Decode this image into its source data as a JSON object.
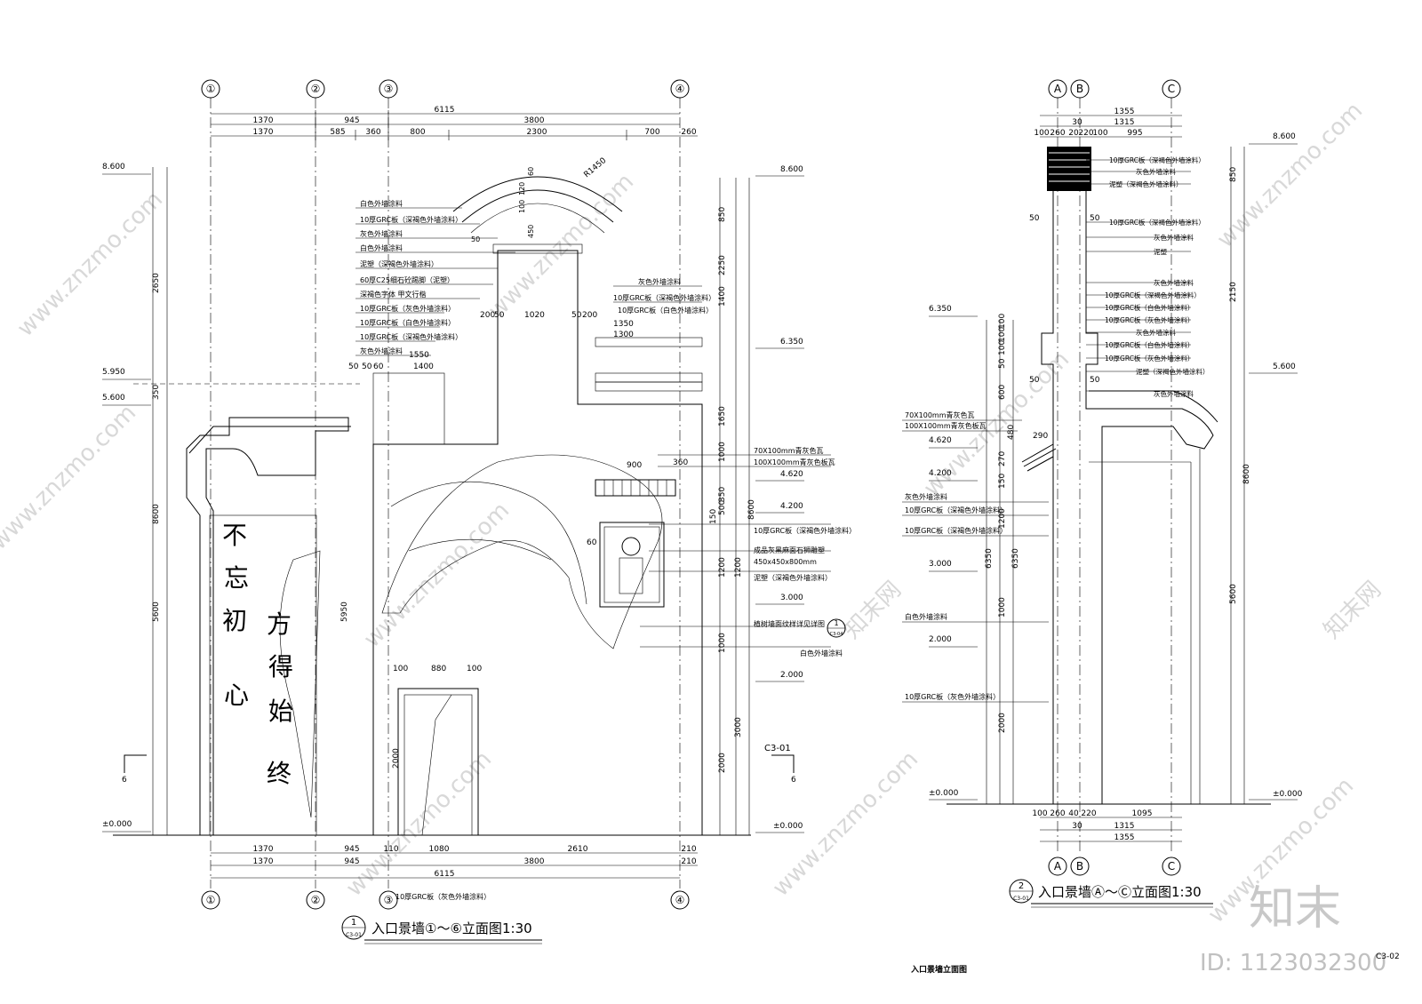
{
  "watermark": {
    "site": "www.znzmo.com",
    "brand": "知末网",
    "logo": "知末",
    "id": "ID: 1123032300"
  },
  "sheet": {
    "title": "入口景墙立面图",
    "code": "C3-02",
    "section_mark": "C3-01",
    "section_num": "6"
  },
  "left": {
    "axes": [
      "①",
      "②",
      "③",
      "④"
    ],
    "top_dims_row1": [
      "1370",
      "945",
      "3800"
    ],
    "top_total": "6115",
    "top_dims_row2": [
      "1370",
      "585",
      "360",
      "800",
      "2300",
      "700",
      "260"
    ],
    "bottom_dims_row1": [
      "1370",
      "945",
      "110",
      "1080",
      "2610",
      "210"
    ],
    "bottom_dims_row2": [
      "1370",
      "945",
      "3800",
      "210"
    ],
    "bottom_total": "6115",
    "levels": [
      "8.600",
      "5.950",
      "5.600",
      "±0.000",
      "8.600",
      "6.350",
      "4.620",
      "4.200",
      "3.000",
      "2.000",
      "±0.000"
    ],
    "vdims_left": [
      "2650",
      "350",
      "8600",
      "5600",
      "5950"
    ],
    "vdims_right": [
      "850",
      "2250",
      "1400",
      "1650",
      "1000",
      "350",
      "500",
      "150",
      "1200",
      "1200",
      "1000",
      "3000",
      "2000",
      "8600",
      "2000"
    ],
    "radius": "R1450",
    "arch_dims": [
      "60",
      "120",
      "100",
      "450",
      "50"
    ],
    "mid_dims": [
      "200",
      "50",
      "1020",
      "50",
      "200",
      "1350",
      "1300",
      "1550",
      "1400",
      "50",
      "50",
      "60",
      "900",
      "360",
      "100",
      "880",
      "100",
      "60"
    ],
    "labels_left": [
      "白色外墙涂料",
      "10厚GRC板（深褐色外墙涂料）",
      "灰色外墙涂料",
      "白色外墙涂料",
      "泥塑（深褐色外墙涂料）",
      "60厚C25细石砼踢脚（泥塑）",
      "深褐色字体  甲文行楷",
      "10厚GRC板（灰色外墙涂料）",
      "10厚GRC板（白色外墙涂料）",
      "10厚GRC板（深褐色外墙涂料）",
      "灰色外墙涂料"
    ],
    "labels_right": [
      "灰色外墙涂料",
      "10厚GRC板（深褐色外墙涂料）",
      "10厚GRC板（白色外墙涂料）",
      "70X100mm青灰色瓦",
      "100X100mm青灰色板瓦",
      "10厚GRC板（深褐色外墙涂料）",
      "成品灰黑麻面石狮雕塑",
      "450x450x800mm",
      "泥塑（深褐色外墙涂料）",
      "植树墙面纹样详见详图",
      "白色外墙涂料"
    ],
    "bottom_note": "10厚GRC板（灰色外墙涂料）",
    "detail_ref": "1",
    "detail_sheet": "C3-04",
    "calligraphy": [
      "不",
      "忘",
      "初",
      "心",
      "方",
      "得",
      "始",
      "终"
    ],
    "title_num": "1",
    "title_sheet": "C3-01",
    "title": "入口景墙①～⑥立面图",
    "scale": "1:30"
  },
  "right": {
    "axes": [
      "A",
      "B",
      "C"
    ],
    "top_total": "1355",
    "top_dims": [
      "30",
      "1315",
      "100",
      "260",
      "20",
      "220",
      "100",
      "995"
    ],
    "bottom_dims": [
      "100",
      "260",
      "40",
      "220",
      "1095",
      "30",
      "1315",
      "1355"
    ],
    "levels": [
      "8.600",
      "6.350",
      "5.600",
      "4.620",
      "4.200",
      "3.000",
      "2.000",
      "±0.000"
    ],
    "vdims": [
      "850",
      "2150",
      "8600",
      "5600",
      "50",
      "100",
      "100",
      "100",
      "600",
      "270",
      "150",
      "1200",
      "1000",
      "2000",
      "6350",
      "6350",
      "480",
      "290",
      "50",
      "50",
      "50",
      "50"
    ],
    "labels_right": [
      "10厚GRC板（深褐色外墙涂料）",
      "灰色外墙涂料",
      "泥塑（深褐色外墙涂料）",
      "10厚GRC板（深褐色外墙涂料）",
      "灰色外墙涂料",
      "泥塑",
      "灰色外墙涂料",
      "10厚GRC板（深褐色外墙涂料）",
      "10厚GRC板（白色外墙涂料）",
      "10厚GRC板（灰色外墙涂料）",
      "灰色外墙涂料",
      "10厚GRC板（白色外墙涂料）",
      "10厚GRC板（灰色外墙涂料）",
      "泥塑（深褐色外墙涂料）",
      "灰色外墙涂料"
    ],
    "labels_left": [
      "70X100mm青灰色瓦",
      "100X100mm青灰色板瓦",
      "灰色外墙涂料",
      "10厚GRC板（深褐色外墙涂料）",
      "10厚GRC板（深褐色外墙涂料）",
      "白色外墙涂料",
      "10厚GRC板（灰色外墙涂料）"
    ],
    "title_num": "2",
    "title_sheet": "C3-01",
    "title": "入口景墙Ⓐ～Ⓒ立面图",
    "scale": "1:30"
  }
}
